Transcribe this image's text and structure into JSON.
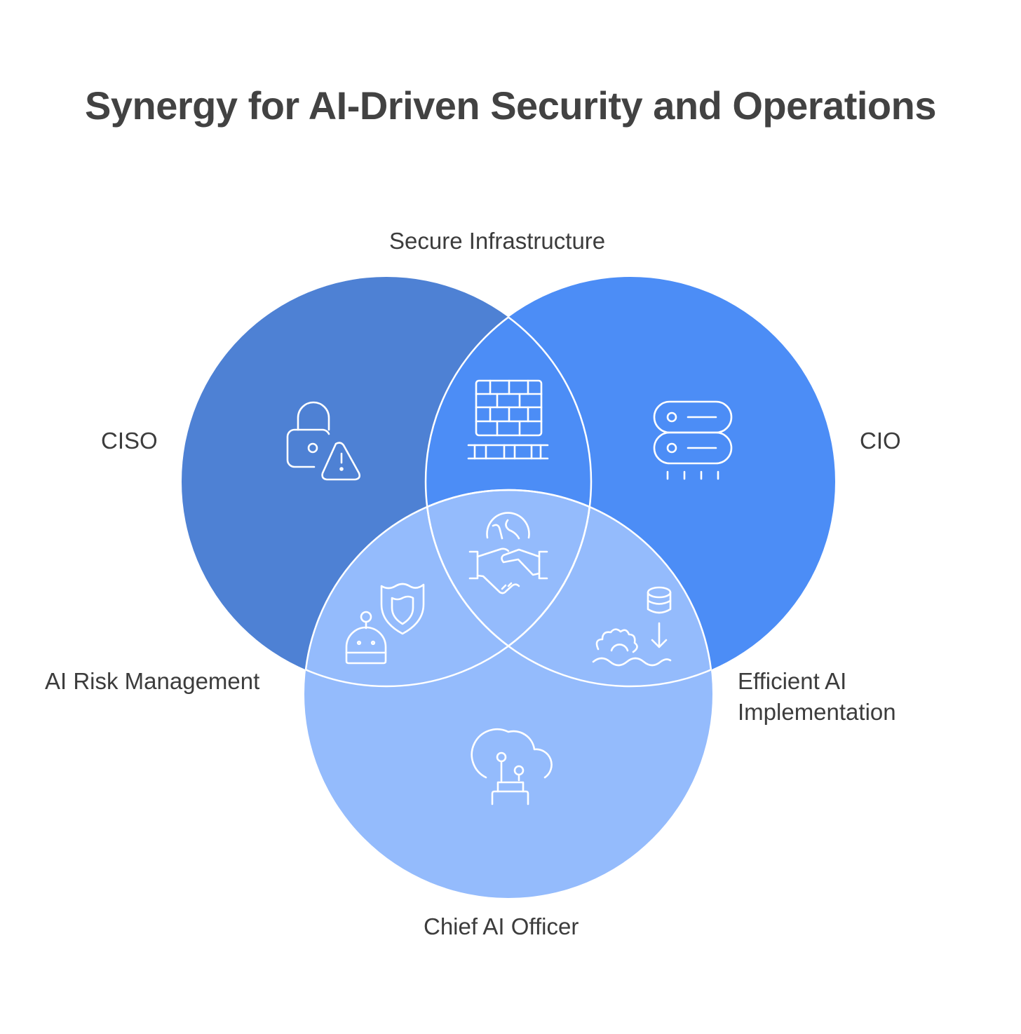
{
  "title": "Synergy for AI-Driven Security and Operations",
  "colors": {
    "ciso_circle": "#4E81D4",
    "cio_circle": "#4C8DF6",
    "caio_circle": "#94BBFC",
    "outline": "#FFFFFF",
    "text": "#3C3C3C"
  },
  "circles": [
    {
      "id": "ciso",
      "label": "CISO",
      "icon": "lock-warning-icon"
    },
    {
      "id": "cio",
      "label": "CIO",
      "icon": "server-icon"
    },
    {
      "id": "caio",
      "label": "Chief AI Officer",
      "icon": "cloud-robot-icon"
    }
  ],
  "overlaps": [
    {
      "between": [
        "ciso",
        "cio"
      ],
      "label": "Secure Infrastructure",
      "icon": "firewall-icon"
    },
    {
      "between": [
        "ciso",
        "caio"
      ],
      "label": "AI Risk Management",
      "icon": "robot-shield-icon"
    },
    {
      "between": [
        "cio",
        "caio"
      ],
      "label_lines": [
        "Efficient AI",
        "Implementation"
      ],
      "icon": "data-pipeline-icon"
    },
    {
      "between": [
        "ciso",
        "cio",
        "caio"
      ],
      "label": "",
      "icon": "global-handshake-icon"
    }
  ]
}
